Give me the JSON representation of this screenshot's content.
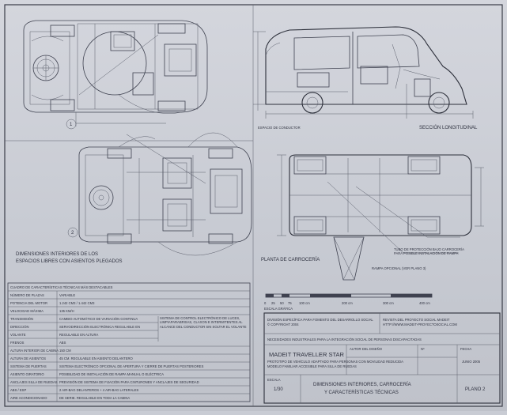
{
  "captions": {
    "view1_number": "1",
    "view2_number": "2",
    "interior_title_line1": "DIMENSIONES INTERIORES DE LOS",
    "interior_title_line2": "ESPACIOS LIBRES CON ASIENTOS PLEGADOS",
    "section_left": "ESPACIO DE CONDUCTOR",
    "section_title": "SECCIÓN LONGITUDINAL",
    "plan_title": "PLANTA DE CARROCERÍA",
    "plan_note1": "TUBO DE PROTECCIÓN BAJO CARROCERÍA",
    "plan_note2": "PARA POSIBLE INSTALACIÓN DE RAMPA",
    "plan_note3": "RAMPA OPCIONAL (VER PLANO 3)",
    "scale_label": "ESCALA GRÁFICA",
    "scale_ticks": [
      "0",
      "25",
      "50",
      "75",
      "100 cm",
      "200 cm",
      "300 cm",
      "400 cm"
    ]
  },
  "spec_table": {
    "title": "CUADRO DE CARACTERÍSTICAS TÉCNICAS MÁS DESTACABLES",
    "rows": [
      {
        "label": "NÚMERO DE PLAZAS",
        "value": "VARIABLE"
      },
      {
        "label": "POTENCIA DEL MOTOR",
        "value": "1.242 CM3 / 1.442 CM3"
      },
      {
        "label": "VELOCIDAD MÁXIMA",
        "value": "135 KM/H"
      },
      {
        "label": "TRANSMISIÓN",
        "value": "CAMBIO AUTOMÁTICO DE VARIACIÓN CONTINUA"
      },
      {
        "label": "DIRECCIÓN",
        "value": "SERVODIRECCIÓN ELECTRÓNICA REGULABLE EN"
      },
      {
        "label": "VOLANTE",
        "value": "REGULABLE EN ALTURA"
      },
      {
        "label": "FRENOS",
        "value": "ABS"
      },
      {
        "label": "ALTURA INTERIOR DE CABINA",
        "value": "150 CM"
      },
      {
        "label": "ALTURA DE ASIENTOS",
        "value": "45 CM. REGULABLE EN ASIENTO DELANTERO"
      },
      {
        "label": "SISTEMA DE PUERTAS",
        "value": "SISTEMA ELECTRÓNICO OPCIONAL DE APERTURA Y CIERRE DE PUERTAS POSTERIORES"
      },
      {
        "label": "ASIENTO GIRATORIO",
        "value": "POSIBILIDAD DE INSTALACIÓN DE RAMPA MANUAL O ELÉCTRICA"
      },
      {
        "label": "ANCLAJES SILLA DE RUEDAS",
        "value": "PREVISIÓN DE SISTEMA DE FIJACIÓN PARA CINTURONES Y ANCLAJES DE SEGURIDAD"
      },
      {
        "label": "ABS / ESP",
        "value": "2 AIR-BAG DELANTEROS + 4 AIR-BAG LATERALES"
      },
      {
        "label": "AIRE ACONDICIONADO",
        "value": "DE SERIE. REGULABLE EN TODA LA CABINA"
      }
    ],
    "side_note": "SISTEMA DE CONTROL ELECTRÓNICO DE LUCES, LIMPIAPARABRISAS, CLAXON E INTERMITENTES AL ALCANCE DEL CONDUCTOR SIN SOLTAR EL VOLANTE"
  },
  "title_block": {
    "org_left": "DIVISIÓN ESPECÍFICA PARA FOMENTO DEL DESARROLLO SOCIAL",
    "org_left_sub": "© COPYRIGHT 2004",
    "org_right": "REVISTA DEL PROYECTO SOCIAL MADEIT",
    "org_right_sub": "HTTP://WWW.MADEIT-PROYECTOSOCIAL.COM",
    "program": "NECESIDADES INDUSTRIALES PARA LA INTEGRACIÓN SOCIAL DE PERSONAS DISCAPACITADAS",
    "project_name": "MADEIT TRAVELLER STAR",
    "project_desc": "PROTOTIPO DE VEHÍCULO ADAPTADO PARA PERSONAS CON MOVILIDAD REDUCIDA",
    "project_desc2": "MODELO FAMILIAR ACCESIBLE PARA SILLA DE RUEDAS",
    "field_author": "AUTOR DEL DISEÑO",
    "field_num": "Nº",
    "field_date": "FECHA",
    "date_value": "JUNIO 2005",
    "scale_field": "ESCALA",
    "scale_value": "1/30",
    "sheet_title_line1": "DIMENSIONES INTERIORES, CARROCERÍA",
    "sheet_title_line2": "Y CARACTERÍSTICAS TÉCNICAS",
    "plan_label": "PLANO 2"
  }
}
